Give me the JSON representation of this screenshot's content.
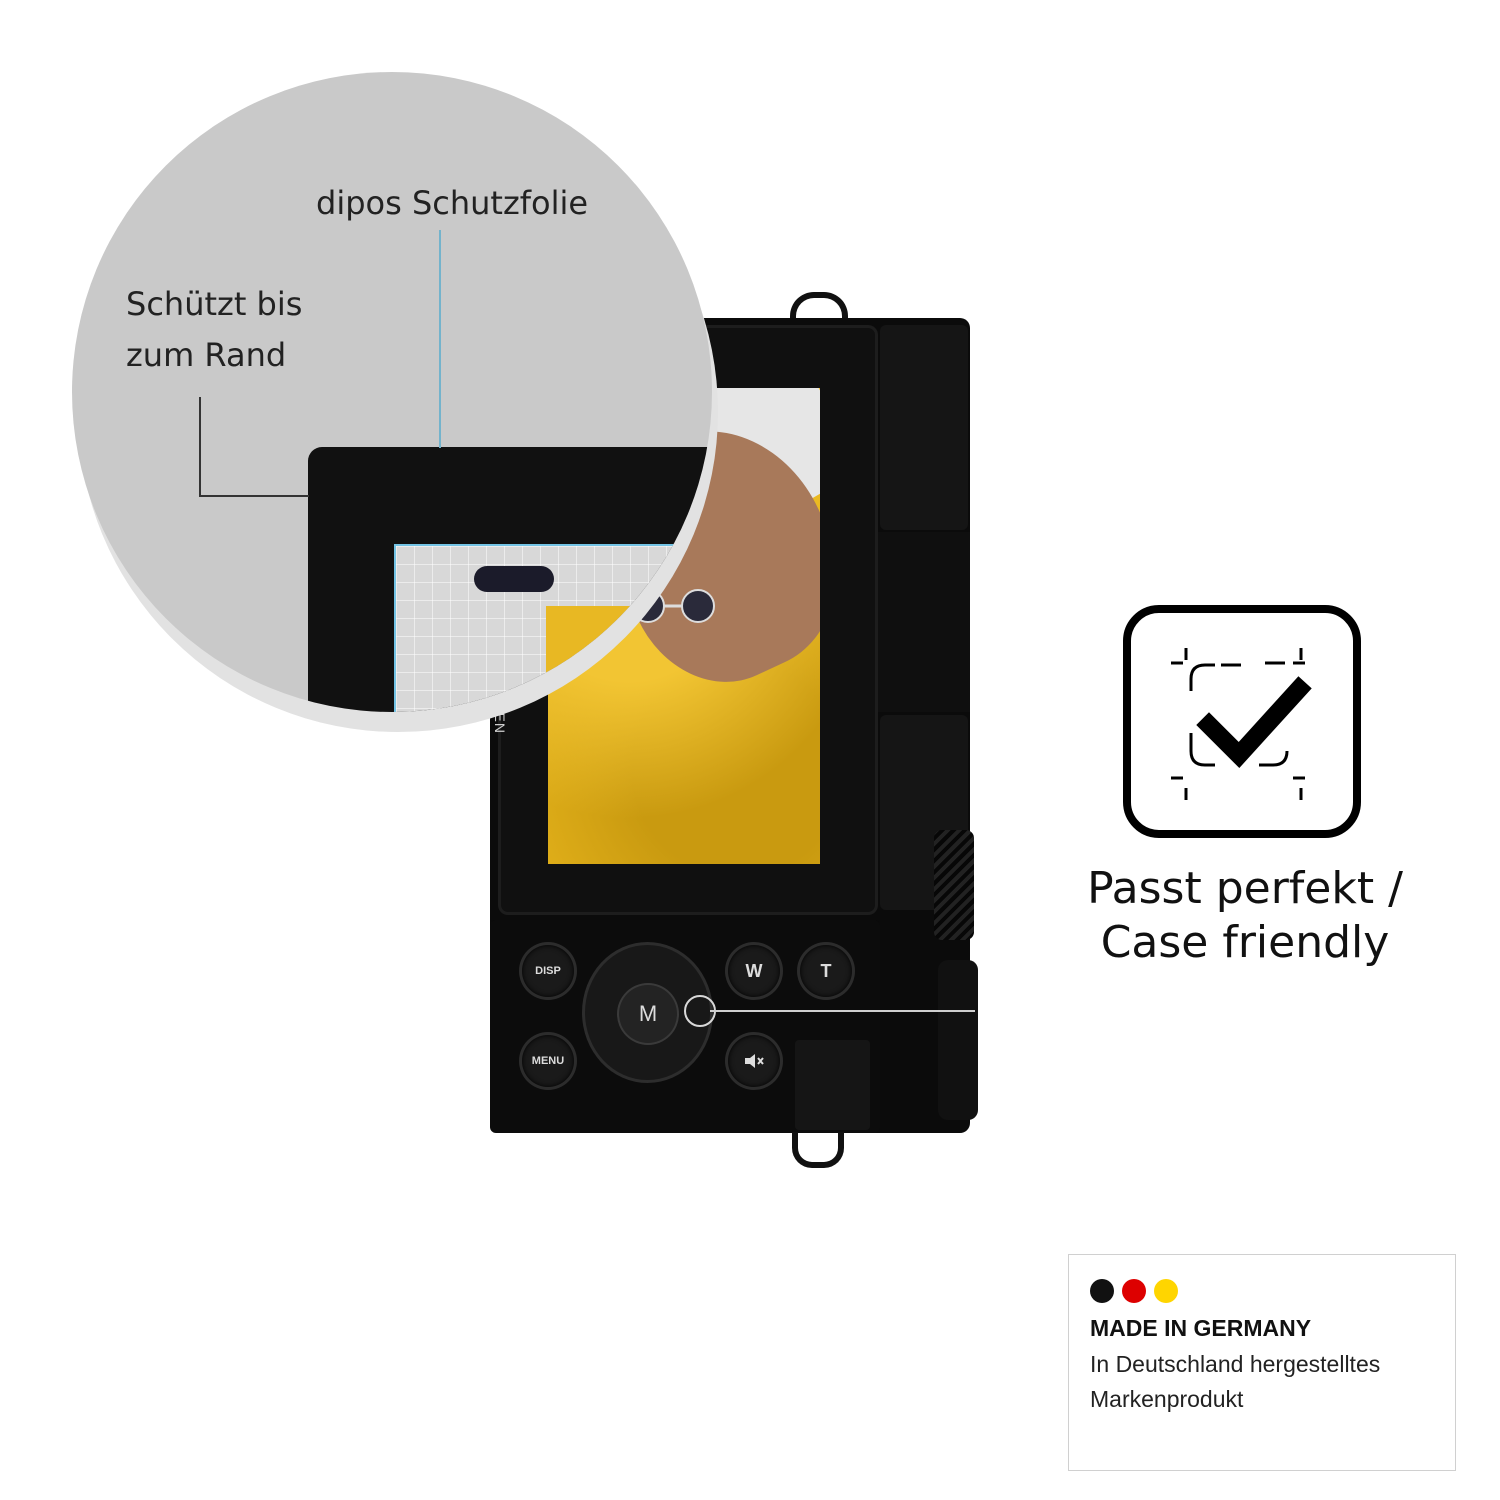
{
  "magnifier": {
    "title_label": "dipos Schutzfolie",
    "edge_label_line1": "Schützt bis",
    "edge_label_line2": "zum Rand"
  },
  "camera": {
    "screen_label": "CREEN",
    "buttons": {
      "disp": "DISP",
      "menu": "MENU",
      "wide": "W",
      "tele": "T",
      "mode": "M"
    }
  },
  "fit_badge": {
    "icon": "check-in-frame-icon",
    "caption_line1": "Passt perfekt /",
    "caption_line2": "Case friendly"
  },
  "made_in_germany": {
    "title": "MADE IN GERMANY",
    "line1": "In Deutschland hergestelltes",
    "line2": "Markenprodukt",
    "flag_colors": [
      "#111111",
      "#dd0000",
      "#ffd500"
    ]
  }
}
